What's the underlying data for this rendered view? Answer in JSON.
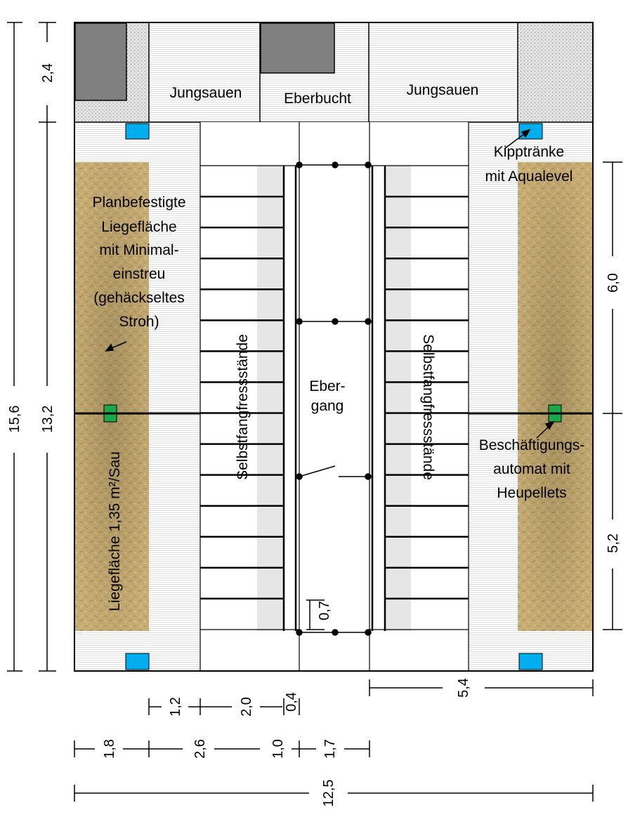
{
  "labels": {
    "jungsauen_left": "Jungsauen",
    "eberbucht": "Eberbucht",
    "jungsauen_right": "Jungsauen",
    "kipptraenke_1": "Kipptränke",
    "kipptraenke_2": "mit Aqualevel",
    "liege_1": "Planbefestigte",
    "liege_2": "Liegefläche",
    "liege_3": "mit Minimal-",
    "liege_4": "einstreu",
    "liege_5": "(gehäckseltes",
    "liege_6": "Stroh)",
    "liegeflaeche_vertical": "Liegefläche 1,35 m²/Sau",
    "selbstfang_left": "Selbstfangfressstände",
    "selbstfang_right": "Selbstfangfressstände",
    "ebergang_1": "Eber-",
    "ebergang_2": "gang",
    "beschaeftigung_1": "Beschäftigungs-",
    "beschaeftigung_2": "automat mit",
    "beschaeftigung_3": "Heupellets"
  },
  "dimensions": {
    "left_outer": "15,6",
    "left_top": "2,4",
    "left_main": "13,2",
    "right_upper": "6,0",
    "right_lower": "5,2",
    "bottom_right": "5,4",
    "row1_a": "1,2",
    "row1_b": "2,0",
    "row1_c": "0,4",
    "row2_a": "1,8",
    "row2_b": "2,6",
    "row2_c": "1,0",
    "row2_d": "1,7",
    "total": "12,5",
    "stall_width": "0,7"
  },
  "colors": {
    "wall": "#000000",
    "dark_box": "#808080",
    "dotted_fill": "#e0e0e0",
    "straw": "#c4a76a",
    "drinker": "#00aeef",
    "feeder_automat": "#1aa84a",
    "stall_stripe": "#e6e6e6"
  }
}
